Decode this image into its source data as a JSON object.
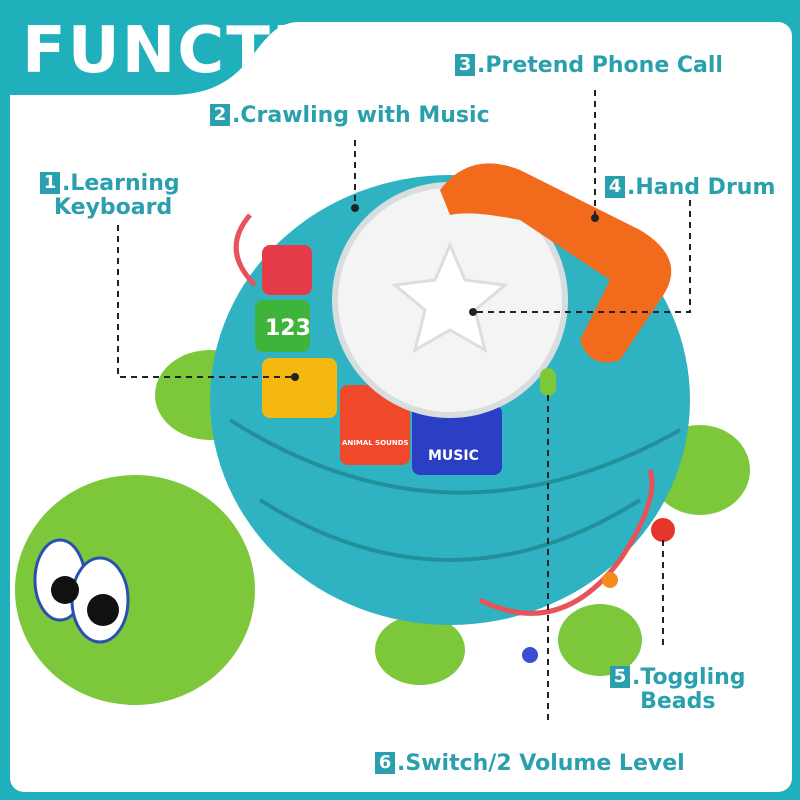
{
  "title": "FUNCTION",
  "features": [
    {
      "num": "1",
      "label": ".Learning",
      "label2": "Keyboard"
    },
    {
      "num": "2",
      "label": ".Crawling with Music"
    },
    {
      "num": "3",
      "label": ".Pretend Phone Call"
    },
    {
      "num": "4",
      "label": ".Hand Drum"
    },
    {
      "num": "5",
      "label": ".Toggling",
      "label2": "Beads"
    },
    {
      "num": "6",
      "label": ".Switch/2 Volume Level"
    }
  ],
  "keys": {
    "music": "MUSIC",
    "numbers": "123",
    "animal": "ANIMAL SOUNDS"
  },
  "colors": {
    "accent": "#1fb0bb",
    "label": "#2a9fae",
    "shell": "#2fb3c2",
    "body": "#7cc83a",
    "phone": "#f26a1c"
  }
}
